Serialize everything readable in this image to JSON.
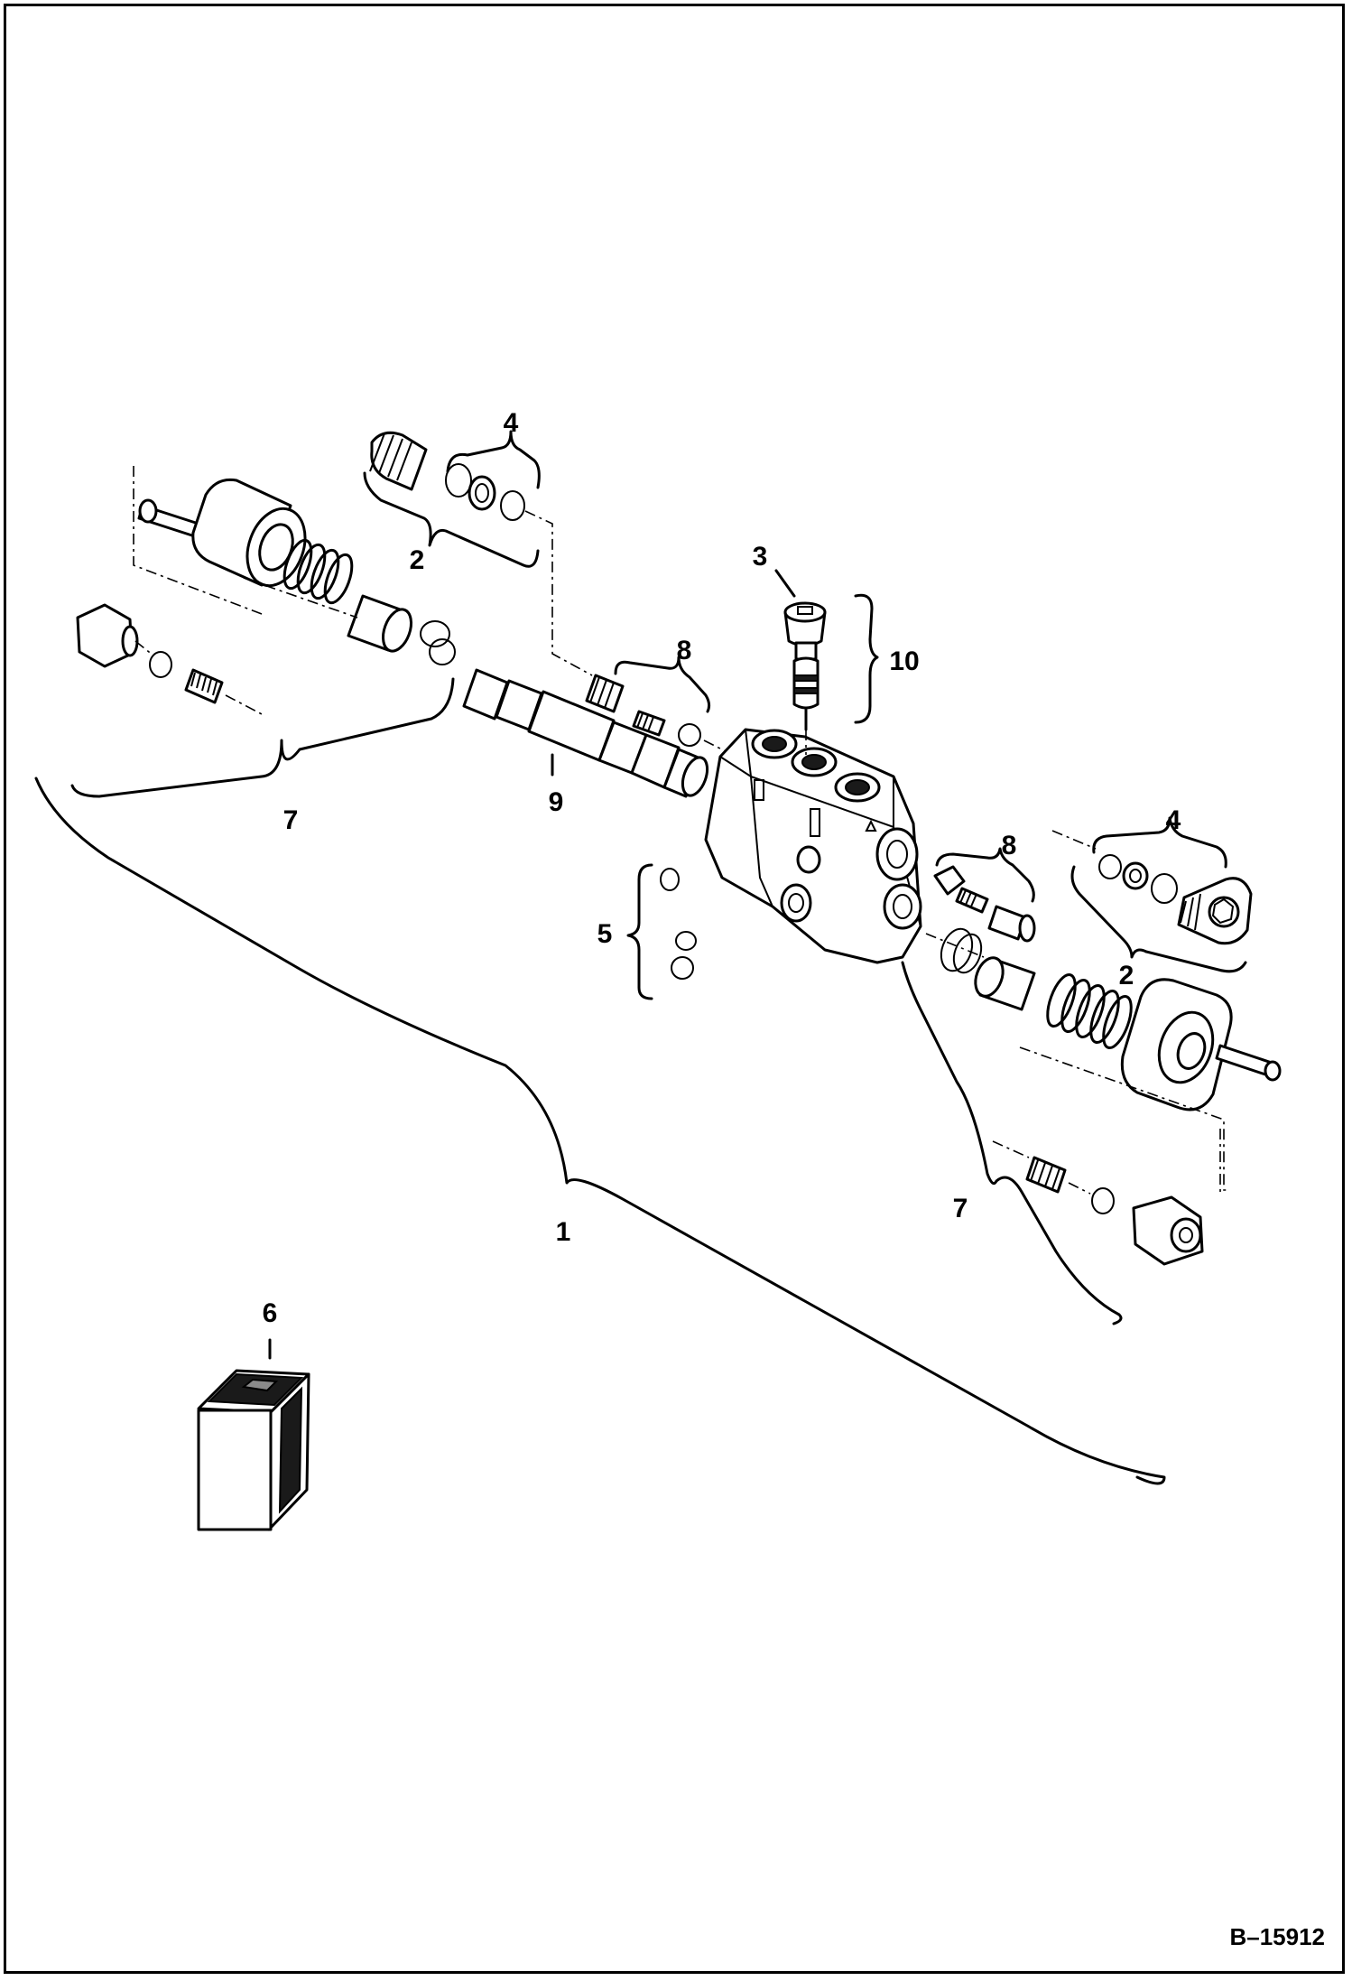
{
  "diagram": {
    "callouts": [
      {
        "id": "c1",
        "text": "1"
      },
      {
        "id": "c2a",
        "text": "2"
      },
      {
        "id": "c2b",
        "text": "2"
      },
      {
        "id": "c3",
        "text": "3"
      },
      {
        "id": "c4a",
        "text": "4"
      },
      {
        "id": "c4b",
        "text": "4"
      },
      {
        "id": "c5",
        "text": "5"
      },
      {
        "id": "c6",
        "text": "6"
      },
      {
        "id": "c7a",
        "text": "7"
      },
      {
        "id": "c7b",
        "text": "7"
      },
      {
        "id": "c8a",
        "text": "8"
      },
      {
        "id": "c8b",
        "text": "8"
      },
      {
        "id": "c9",
        "text": "9"
      },
      {
        "id": "c10",
        "text": "10"
      }
    ],
    "figure_code": "B–15912"
  }
}
